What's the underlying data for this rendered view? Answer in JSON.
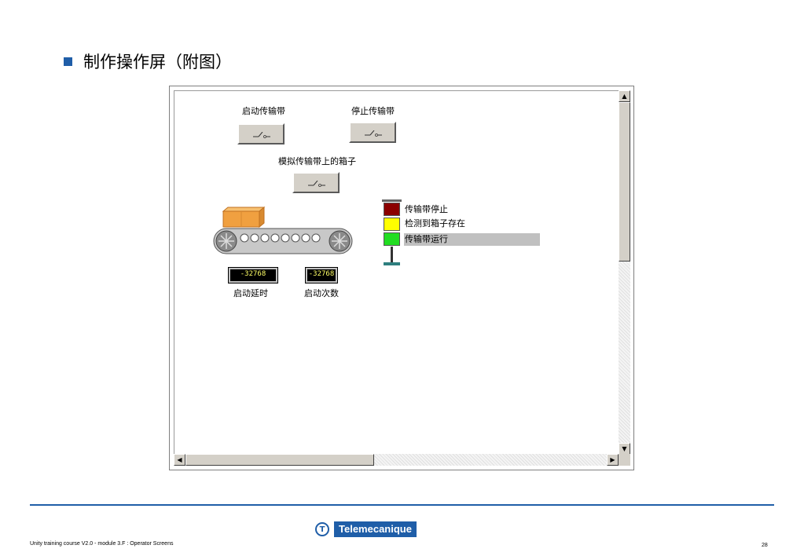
{
  "slide": {
    "title": "制作操作屏（附图）",
    "footer": "Unity training course V2.0 - module 3.F : Operator Screens",
    "page_number": "28",
    "logo_text": "Telemecanique",
    "accent_color": "#1f5ea8"
  },
  "screen": {
    "start_button_label": "启动传输带",
    "stop_button_label": "停止传输带",
    "simulate_button_label": "模拟传输带上的箱子",
    "delay_value": "-32768",
    "delay_label": "启动延时",
    "count_value": "-32768",
    "count_label": "启动次数",
    "status": [
      {
        "label": "传输带停止",
        "color": "#8b0000"
      },
      {
        "label": "检测到箱子存在",
        "color": "#ffff00"
      },
      {
        "label": "传输带运行",
        "color": "#22dd22"
      }
    ]
  }
}
